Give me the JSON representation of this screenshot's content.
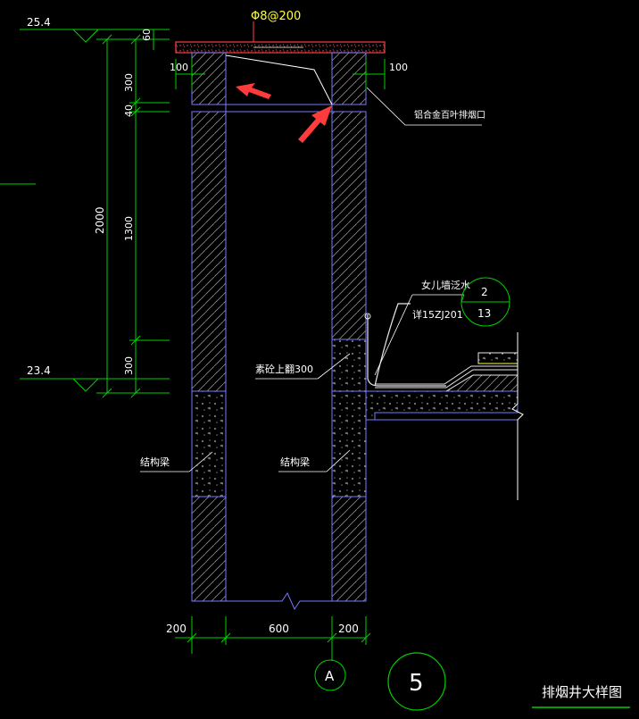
{
  "colors": {
    "background": "#000000",
    "dimension_line": "#00d000",
    "wall_outline": "#7878ff",
    "hatch": "#8a8a8a",
    "concrete_dots": "#bdbdbd",
    "waterproof": "#e8e8e8",
    "cover_slab": "#ff4040",
    "rebar_label": "#ffff40",
    "arrow_annotation": "#ff3b3b",
    "text": "#ffffff"
  },
  "elevations": {
    "top": "25.4",
    "bottom": "23.4"
  },
  "rebar_label": "Φ8@200",
  "dimensions": {
    "slab_thickness": "60",
    "left_offset": "100",
    "right_offset": "100",
    "vertical_total": "2000",
    "vertical_segments": [
      "300",
      "40",
      "1300",
      "300"
    ],
    "bottom_left": "200",
    "bottom_mid": "600",
    "bottom_right": "200"
  },
  "annotations": {
    "louver": "铝合金百叶排烟口",
    "parapet_waterproof": "女儿墙泛水",
    "reference_std": "详15ZJ201",
    "plain_concrete": "素砼上翻300",
    "beam_left": "结构梁",
    "beam_right": "结构梁"
  },
  "detail_ref": {
    "top": "2",
    "bottom": "13"
  },
  "axis_label": "A",
  "detail_number": "5",
  "drawing_title": "排烟井大样图"
}
